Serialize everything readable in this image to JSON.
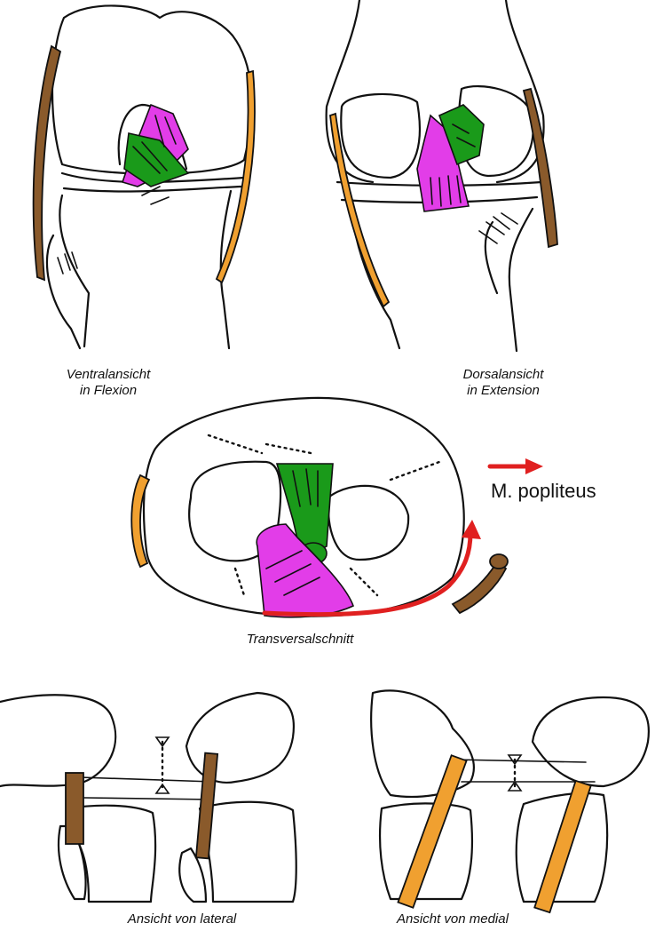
{
  "captions": {
    "ventral_line1": "Ventralansicht",
    "ventral_line2": "in Flexion",
    "dorsal_line1": "Dorsalansicht",
    "dorsal_line2": "in Extension",
    "transversal": "Transversalschnitt",
    "lateral": "Ansicht von lateral",
    "medial": "Ansicht von medial"
  },
  "legend": {
    "popliteus_label": "M. popliteus",
    "arrow_color": "#e02020"
  },
  "colors": {
    "anterior_cruciate": "#1a9a1a",
    "posterior_cruciate": "#e23de8",
    "lateral_collateral": "#8a5a2b",
    "medial_collateral": "#f0a030",
    "popliteus_arrow": "#e02020",
    "outline": "#111111"
  }
}
